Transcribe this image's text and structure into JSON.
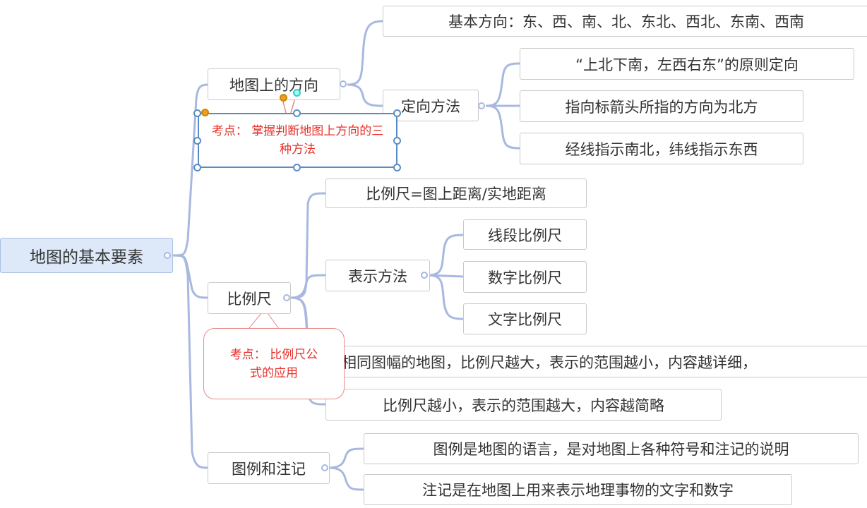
{
  "root": "地图的基本要素",
  "branches": {
    "direction": {
      "label": "地图上的方向",
      "basic": "基本方向：东、西、南、北、东北、西北、东南、西南",
      "method": {
        "label": "定向方法",
        "items": [
          "“上北下南，左西右东”的原则定向",
          "指向标箭头所指的方向为北方",
          "经线指示南北，纬线指示东西"
        ]
      },
      "note": "考点： 掌握判断地图上方向的三种方法"
    },
    "scale": {
      "label": "比例尺",
      "formula": "比例尺=图上距离/实地距离",
      "methods": {
        "label": "表示方法",
        "items": [
          "线段比例尺",
          "数字比例尺",
          "文字比例尺"
        ]
      },
      "rule1": "相同图幅的地图，比例尺越大，表示的范围越小，内容越详细，",
      "rule2": "比例尺越小，表示的范围越大，内容越简略",
      "note": "考点： 比例尺公式的应用"
    },
    "legend": {
      "label": "图例和注记",
      "items": [
        "图例是地图的语言，是对地图上各种符号和注记的说明",
        "注记是在地图上用来表示地理事物的文字和数字"
      ]
    }
  },
  "colors": {
    "connector": "#a8b8e0",
    "note_text": "#e8312a",
    "root_bg": "#dde8f8"
  }
}
